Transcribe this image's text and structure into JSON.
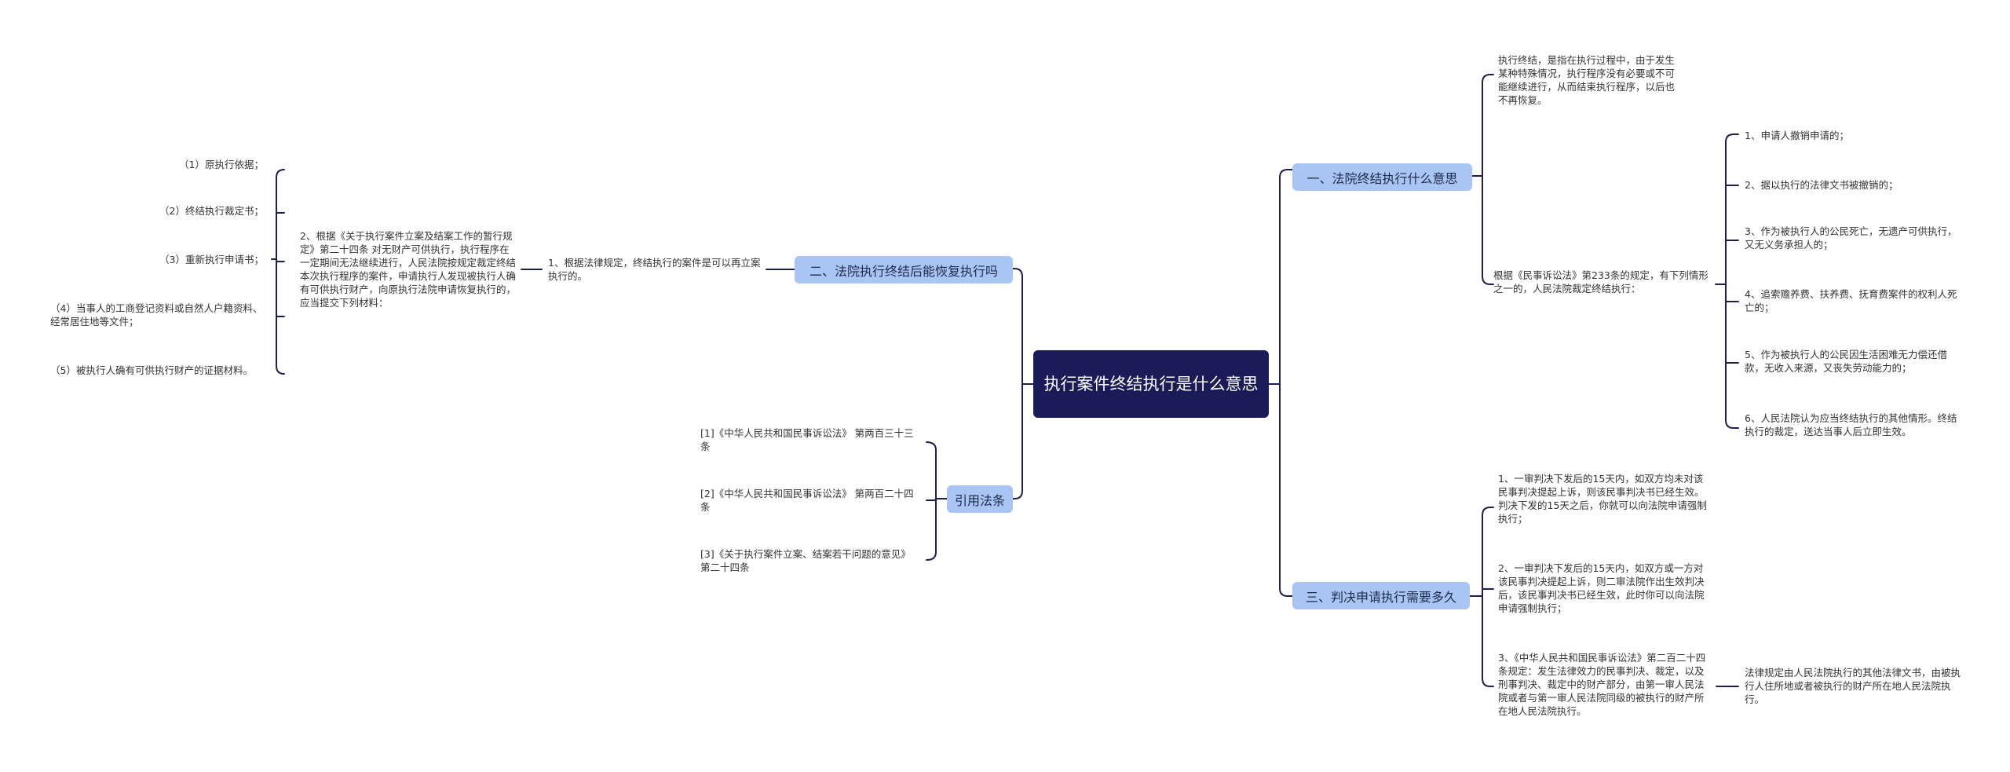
{
  "root": {
    "title": "执行案件终结执行是什么意思"
  },
  "topics": {
    "t1": "一、法院终结执行什么意思",
    "t2": "二、法院执行终结后能恢复执行吗",
    "t3": "三、判决申请执行需要多久",
    "t4": "引用法条"
  },
  "t1": {
    "definition": "执行终结，是指在执行过程中，由于发生某种特殊情况，执行程序没有必要或不可能继续进行，从而结束执行程序，以后也不再恢复。",
    "basis": "根据《民事诉讼法》第233条的规定，有下列情形之一的，人民法院裁定终结执行：",
    "cases": [
      "1、申请人撤销申请的；",
      "2、据以执行的法律文书被撤销的；",
      "3、作为被执行人的公民死亡，无遗产可供执行，又无义务承担人的；",
      "4、追索赡养费、扶养费、抚育费案件的权利人死亡的；",
      "5、作为被执行人的公民因生活困难无力偿还借款，无收入来源，又丧失劳动能力的；",
      "6、人民法院认为应当终结执行的其他情形。终结执行的裁定，送达当事人后立即生效。"
    ]
  },
  "t2": {
    "answer": "1、根据法律规定，终结执行的案件是可以再立案执行的。",
    "rule": "2、根据《关于执行案件立案及结案工作的暂行规定》第二十四条 对无财产可供执行，执行程序在一定期间无法继续进行，人民法院按规定裁定终结本次执行程序的案件，申请执行人发现被执行人确有可供执行财产，向原执行法院申请恢复执行的，应当提交下列材料：",
    "materials": [
      "（1）原执行依据；",
      "（2）终结执行裁定书；",
      "（3）重新执行申请书；",
      "（4）当事人的工商登记资料或自然人户籍资料、经常居住地等文件；",
      "（5）被执行人确有可供执行财产的证据材料。"
    ]
  },
  "t3": {
    "items": [
      "1、一审判决下发后的15天内，如双方均未对该民事判决提起上诉，则该民事判决书已经生效。判决下发的15天之后，你就可以向法院申请强制执行；",
      "2、一审判决下发后的15天内，如双方或一方对该民事判决提起上诉，则二审法院作出生效判决后，该民事判决书已经生效，此时你可以向法院申请强制执行；",
      "3、《中华人民共和国民事诉讼法》第二百二十四条规定：发生法律效力的民事判决、裁定，以及刑事判决、裁定中的财产部分，由第一审人民法院或者与第一审人民法院同级的被执行的财产所在地人民法院执行。"
    ],
    "note": "法律规定由人民法院执行的其他法律文书，由被执行人住所地或者被执行的财产所在地人民法院执行。"
  },
  "t4": {
    "refs": [
      "[1]《中华人民共和国民事诉讼法》 第两百三十三条",
      "[2]《中华人民共和国民事诉讼法》 第两百二十四条",
      "[3]《关于执行案件立案、结案若干问题的意见》 第二十四条"
    ]
  },
  "colors": {
    "root_bg": "#1c1b5a",
    "topic_bg": "#a8c5f3",
    "line": "#1f1f4d"
  }
}
